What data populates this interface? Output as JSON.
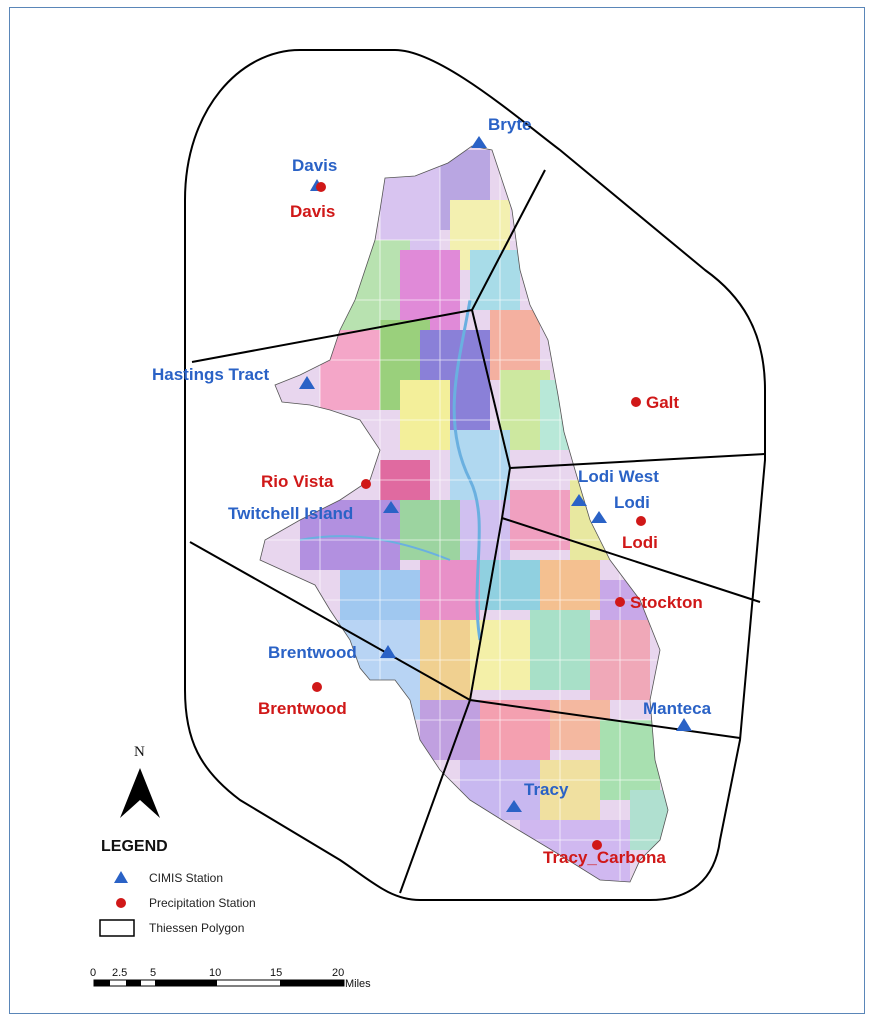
{
  "legend": {
    "title": "LEGEND",
    "items": [
      {
        "label": "CIMIS Station",
        "symbol": "triangle",
        "color": "#2a62c6"
      },
      {
        "label": "Precipitation Station",
        "symbol": "circle",
        "color": "#d01818"
      },
      {
        "label": "Thiessen Polygon",
        "symbol": "rectangle",
        "color": "#000000"
      }
    ]
  },
  "north_arrow": {
    "label": "N"
  },
  "scale_bar": {
    "ticks": [
      "0",
      "2.5",
      "5",
      "10",
      "15",
      "20"
    ],
    "unit": "Miles"
  },
  "cimis_stations": [
    {
      "name": "Bryte"
    },
    {
      "name": "Davis"
    },
    {
      "name": "Hastings Tract"
    },
    {
      "name": "Twitchell Island"
    },
    {
      "name": "Lodi West"
    },
    {
      "name": "Lodi"
    },
    {
      "name": "Brentwood"
    },
    {
      "name": "Manteca"
    },
    {
      "name": "Tracy"
    }
  ],
  "precipitation_stations": [
    {
      "name": "Davis"
    },
    {
      "name": "Galt"
    },
    {
      "name": "Rio Vista"
    },
    {
      "name": "Lodi"
    },
    {
      "name": "Stockton"
    },
    {
      "name": "Brentwood"
    },
    {
      "name": "Tracy_Carbona"
    }
  ],
  "colors": {
    "cimis": "#2a62c6",
    "precip": "#d01818",
    "frame": "#5a86b8"
  }
}
